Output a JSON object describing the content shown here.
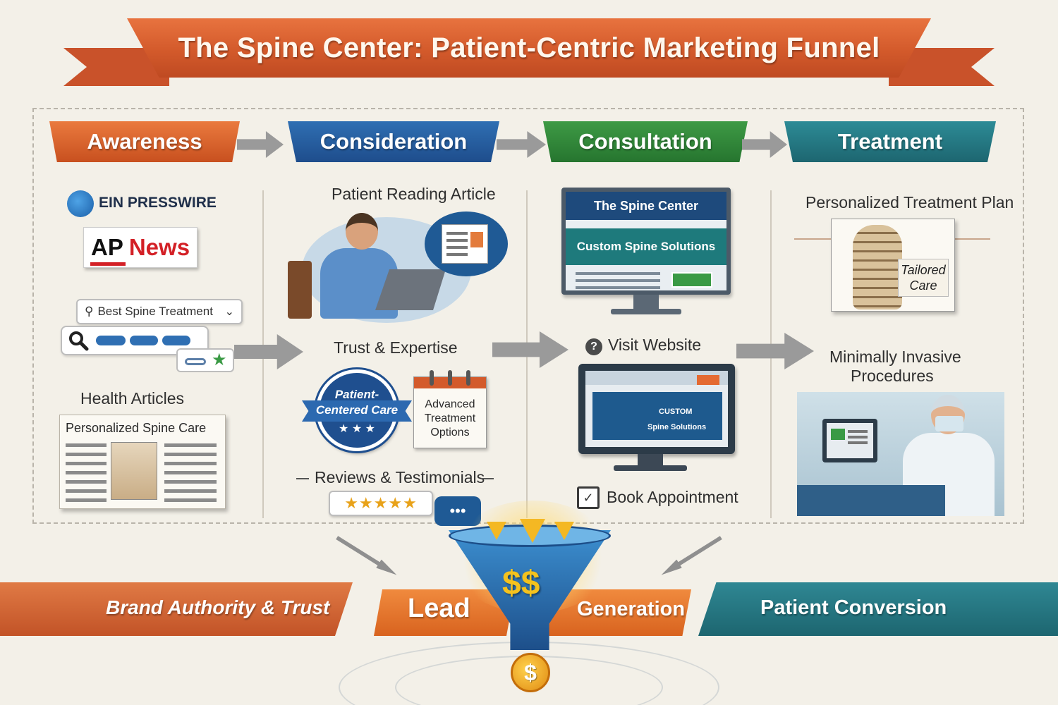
{
  "title": "The Spine Center: Patient-Centric Marketing Funnel",
  "stages": [
    {
      "label": "Awareness",
      "color": "#d35a2b"
    },
    {
      "label": "Consideration",
      "color": "#1e4d8c"
    },
    {
      "label": "Consultation",
      "color": "#26752f"
    },
    {
      "label": "Treatment",
      "color": "#1d6670"
    }
  ],
  "awareness": {
    "ein_presswire": "EIN PRESSWIRE",
    "ap_prefix": "AP",
    "ap_news": "News",
    "search_query": "Best Spine Treatment",
    "health_articles": "Health Articles",
    "article_headline": "Personalized Spine Care"
  },
  "consideration": {
    "patient_reading": "Patient Reading Article",
    "trust_expertise": "Trust & Expertise",
    "badge_line1": "Patient-",
    "badge_line2": "Centered Care",
    "badge_stars": "★ ★ ★",
    "calendar_line1": "Advanced",
    "calendar_line2": "Treatment",
    "calendar_line3": "Options",
    "reviews": "Reviews & Testimonials",
    "review_stars": "★★★★★",
    "chat_dots": "•••"
  },
  "consultation": {
    "site_title": "The Spine Center",
    "site_banner": "Custom Spine Solutions",
    "visit_website": "Visit Website",
    "screen_custom": "CUSTOM",
    "screen_solutions": "Spine Solutions",
    "book_appointment": "Book Appointment"
  },
  "treatment": {
    "plan": "Personalized Treatment Plan",
    "tailored_line1": "Tailored",
    "tailored_line2": "Care",
    "procedures_line1": "Minimally Invasive",
    "procedures_line2": "Procedures"
  },
  "bottom": {
    "brand": "Brand Authority & Trust",
    "lead": "Lead",
    "generation": "Generation",
    "conversion": "Patient Conversion",
    "funnel_symbol": "$$",
    "coin_symbol": "$"
  },
  "icons": {
    "ein_logo": "globe-icon",
    "search": "search-icon",
    "star": "star-icon",
    "question": "question-icon",
    "calendar_check": "calendar-check-icon",
    "funnel": "funnel-icon",
    "coin": "dollar-coin-icon"
  }
}
